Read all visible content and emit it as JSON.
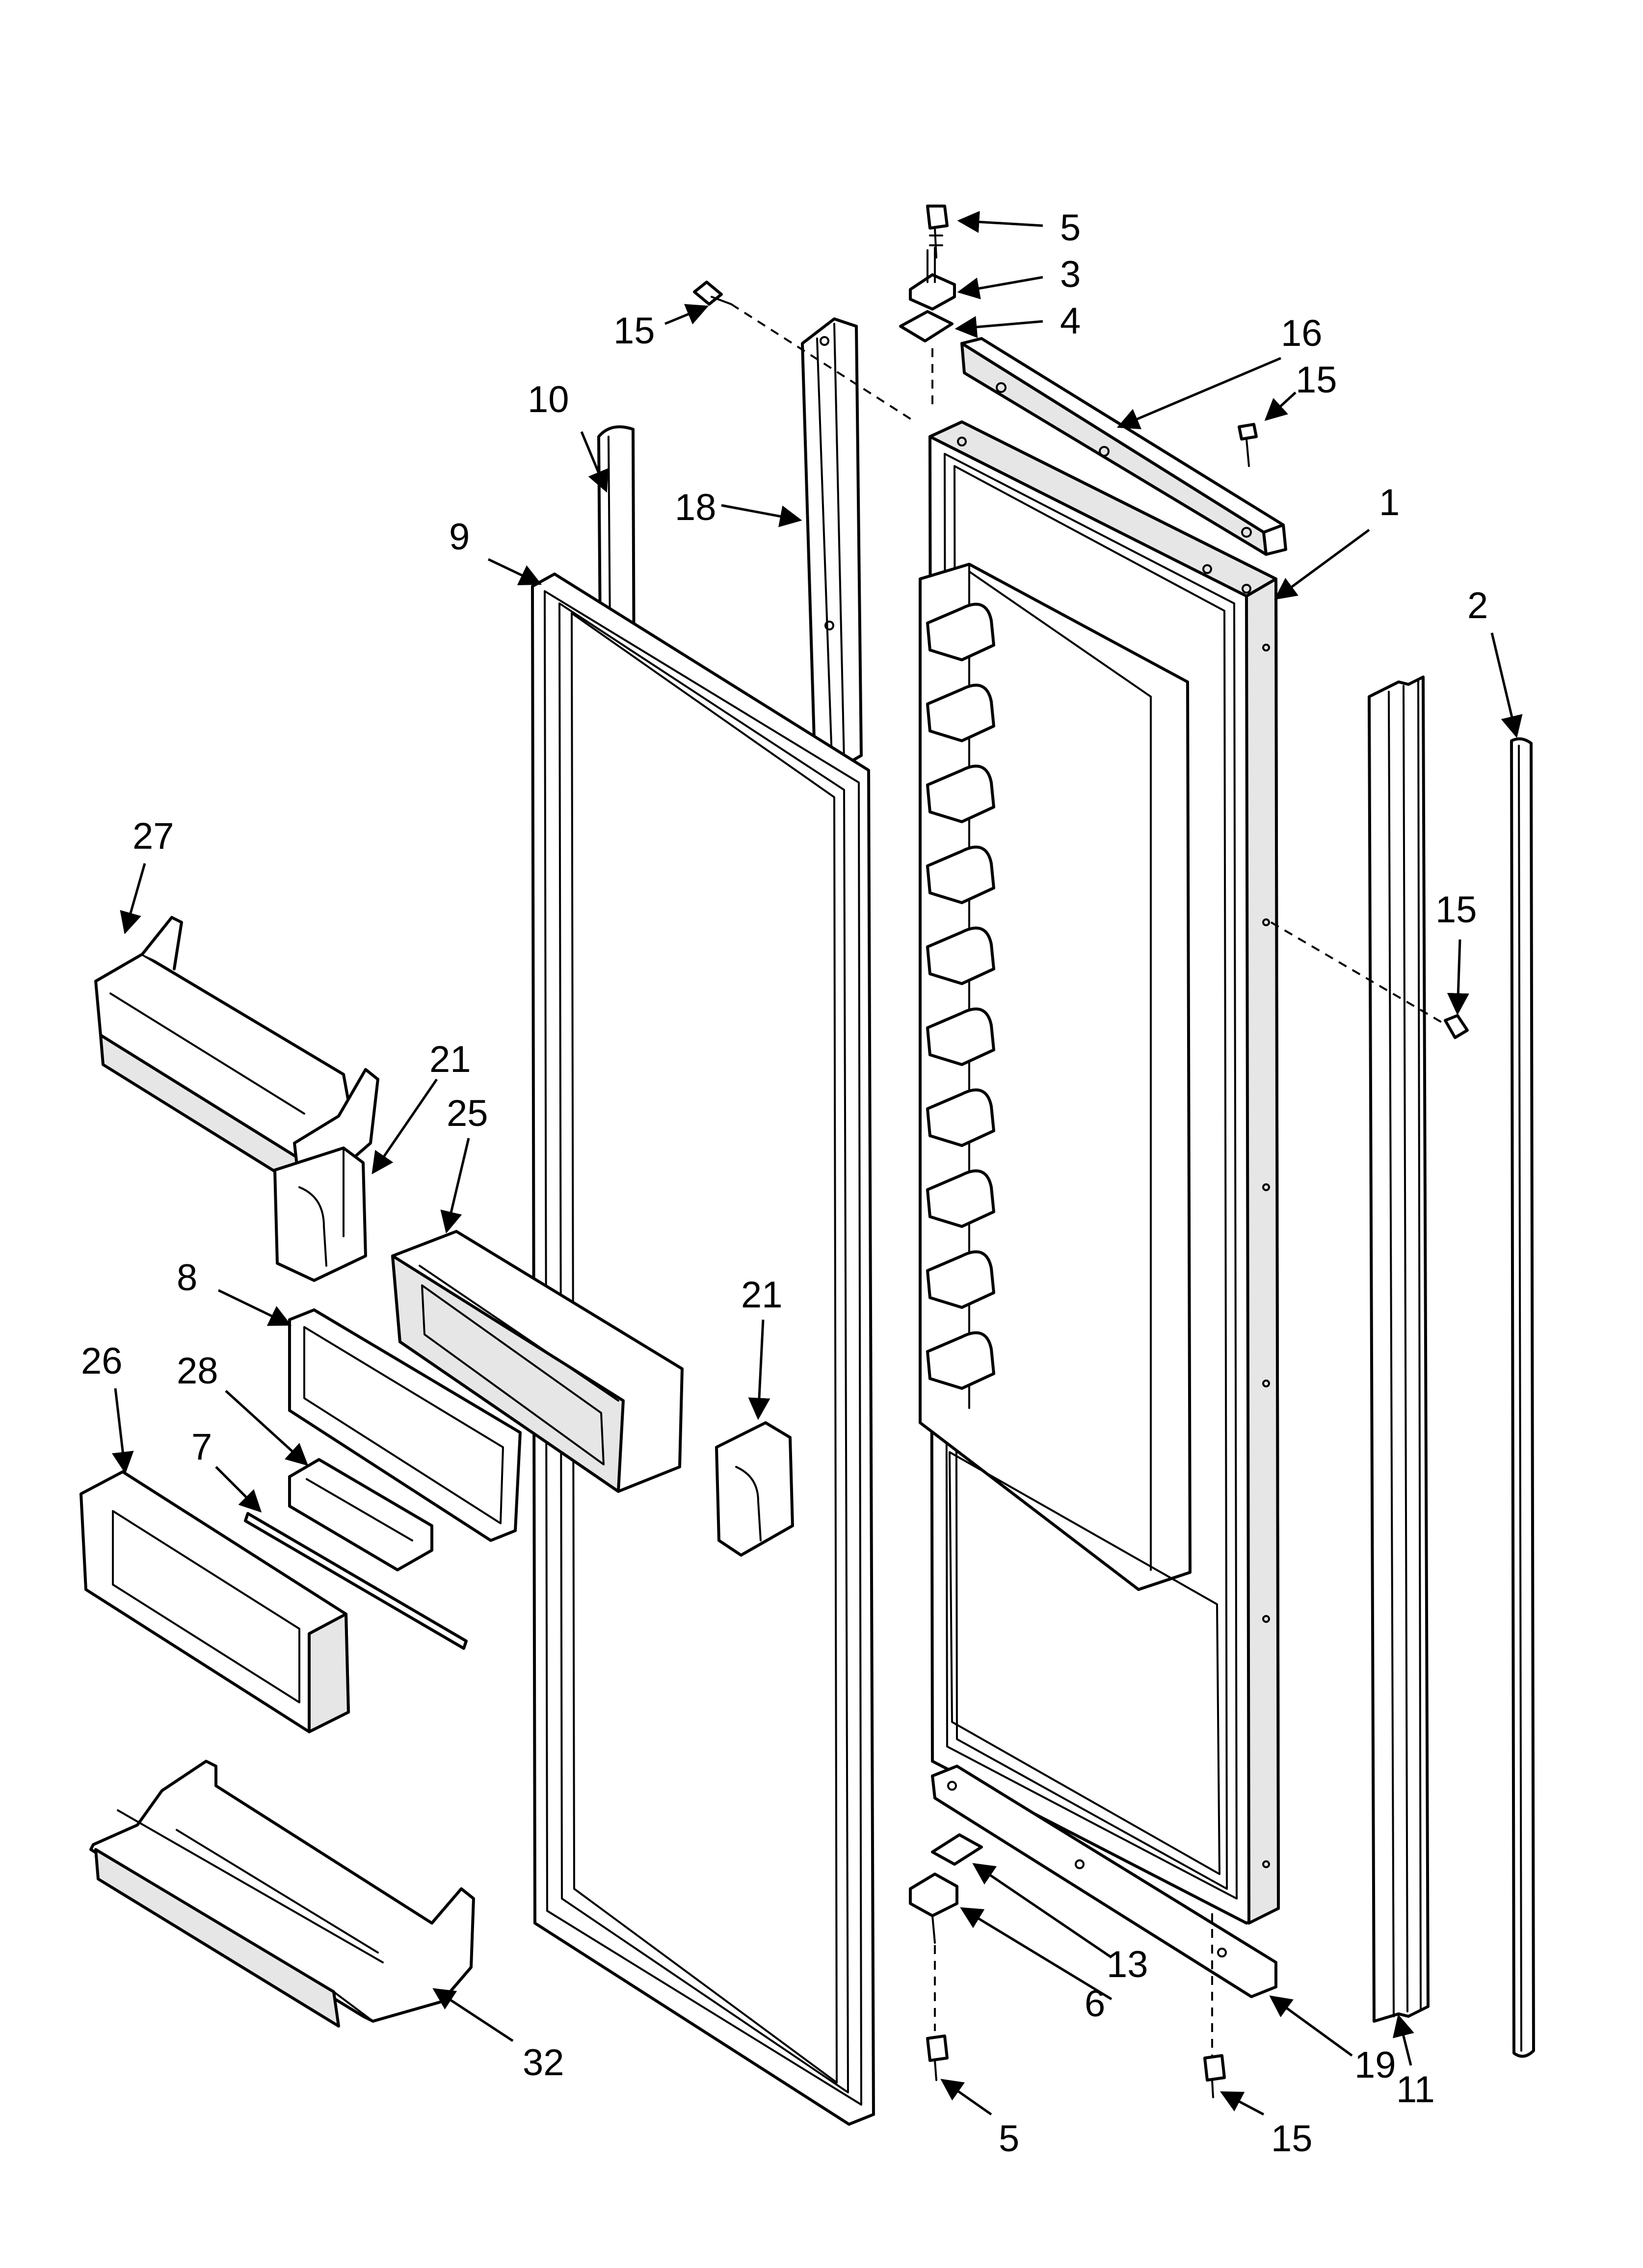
{
  "callouts": [
    {
      "id": "c5a",
      "label": "5"
    },
    {
      "id": "c3",
      "label": "3"
    },
    {
      "id": "c4",
      "label": "4"
    },
    {
      "id": "c16",
      "label": "16"
    },
    {
      "id": "c15a",
      "label": "15"
    },
    {
      "id": "c15b",
      "label": "15"
    },
    {
      "id": "c10",
      "label": "10"
    },
    {
      "id": "c18",
      "label": "18"
    },
    {
      "id": "c9",
      "label": "9"
    },
    {
      "id": "c1",
      "label": "1"
    },
    {
      "id": "c2",
      "label": "2"
    },
    {
      "id": "c27",
      "label": "27"
    },
    {
      "id": "c15c",
      "label": "15"
    },
    {
      "id": "c21a",
      "label": "21"
    },
    {
      "id": "c25",
      "label": "25"
    },
    {
      "id": "c8",
      "label": "8"
    },
    {
      "id": "c21b",
      "label": "21"
    },
    {
      "id": "c26",
      "label": "26"
    },
    {
      "id": "c28",
      "label": "28"
    },
    {
      "id": "c7",
      "label": "7"
    },
    {
      "id": "c13",
      "label": "13"
    },
    {
      "id": "c6",
      "label": "6"
    },
    {
      "id": "c32",
      "label": "32"
    },
    {
      "id": "c19",
      "label": "19"
    },
    {
      "id": "c11",
      "label": "11"
    },
    {
      "id": "c5b",
      "label": "5"
    },
    {
      "id": "c15d",
      "label": "15"
    }
  ]
}
